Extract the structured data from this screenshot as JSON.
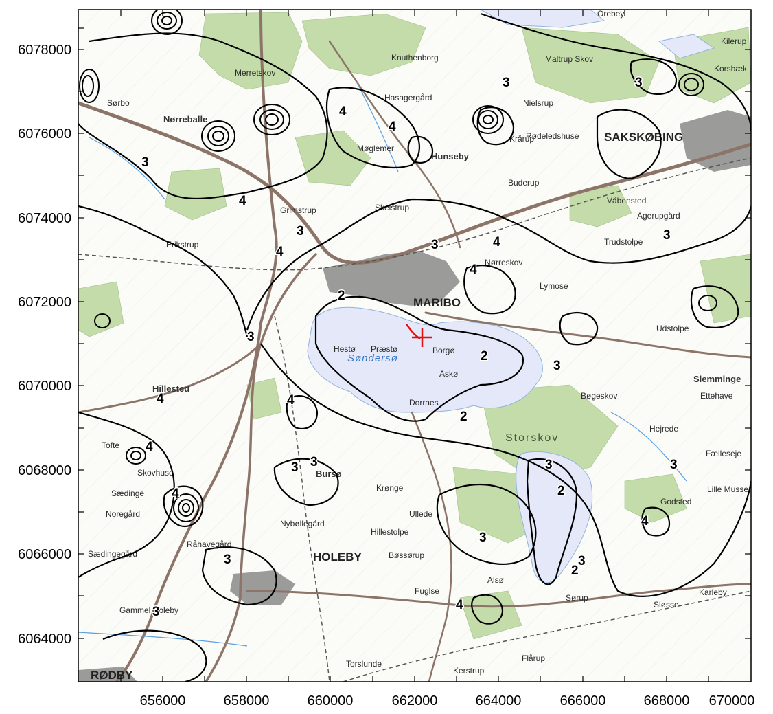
{
  "axes": {
    "x_ticks": [
      "656000",
      "658000",
      "660000",
      "662000",
      "664000",
      "666000",
      "668000",
      "670000"
    ],
    "y_ticks": [
      "6078000",
      "6076000",
      "6074000",
      "6072000",
      "6070000",
      "6068000",
      "6066000",
      "6064000"
    ]
  },
  "places": {
    "maribo": "MARIBO",
    "holeby": "HOLEBY",
    "sakskobing": "SAKSKØBING",
    "slemminge": "Slemminge",
    "rodby": "RØDBY",
    "norreballe": "Nørreballe",
    "hunseby": "Hunseby",
    "hillested": "Hillested",
    "sondersø": "Søndersø",
    "storskov": "Storskov",
    "merretskov": "Merretskov",
    "maltrup_skov": "Maltrup Skov",
    "moglemer": "Møglemer",
    "skelstrup": "Skelstrup",
    "erikstrup": "Erikstrup",
    "grimstrup": "Grimstrup",
    "vabensted": "Våbensted",
    "agerupgard": "Agerupgård",
    "trudstolpe": "Trudstolpe",
    "udstolpe": "Udstolpe",
    "lymose": "Lymose",
    "norreskov": "Nørreskov",
    "borgo": "Borgø",
    "asko": "Askø",
    "dorraes": "Dorraes",
    "praesto": "Præstø",
    "hesto": "Hestø",
    "burso": "Bursø",
    "kronge": "Krønge",
    "bossorup": "Bøssørup",
    "fuglse": "Fuglse",
    "alsø": "Alsø",
    "sorup": "Sørup",
    "slosse": "Sløsse",
    "karleby": "Karleby",
    "kerstrup": "Kerstrup",
    "florup": "Flårup",
    "torslunde": "Torslunde",
    "gammel_holeby": "Gammel Holeby",
    "sadinge": "Sædinge",
    "noregard": "Noregård",
    "tofte": "Tofte",
    "skovhuse": "Skovhuse",
    "hillestolpe": "Hillestolpe",
    "nybollegard": "Nybøllegård",
    "rahavegard": "Råhavegård",
    "sadingegard": "Sædingegård",
    "ullede": "Ullede",
    "krarup": "Krårup",
    "rodeledshuse": "Rødeledshuse",
    "buderup": "Buderup",
    "nielsrup": "Nielsrup",
    "hasagergard": "Hasagergård",
    "knuthenborg": "Knuthenborg",
    "sorbo": "Sørbo",
    "hejrede": "Hejrede",
    "bogeskov": "Bøgeskov",
    "godsted": "Godsted",
    "lille_musse": "Lille Musse",
    "fuelleseje": "Fælleseje",
    "ettehave": "Ettehave",
    "orebey": "Orebey",
    "kilerup": "Kilerup",
    "korsbaek": "Korsbæk"
  },
  "contour_labels": {
    "c2a": "2",
    "c2b": "2",
    "c2c": "2",
    "c2d": "2",
    "c2e": "2",
    "c3a": "3",
    "c3b": "3",
    "c3c": "3",
    "c3d": "3",
    "c3e": "3",
    "c3f": "3",
    "c3g": "3",
    "c3h": "3",
    "c3i": "3",
    "c3j": "3",
    "c3k": "3",
    "c3l": "3",
    "c3m": "3",
    "c3n": "3",
    "c3o": "3",
    "c3p": "3",
    "c4a": "4",
    "c4b": "4",
    "c4c": "4",
    "c4d": "4",
    "c4e": "4",
    "c4f": "4",
    "c4g": "4",
    "c4h": "4",
    "c4i": "4",
    "c4j": "4",
    "c4k": "4",
    "c4l": "4"
  },
  "colors": {
    "forest": "#c4dcaa",
    "lake": "#e4e8f8",
    "road_major": "#8c7468",
    "town": "#7d7d7d",
    "contour": "#000000",
    "marker": "#e41010"
  },
  "icons": {
    "site_marker": "red-cross-marker"
  }
}
